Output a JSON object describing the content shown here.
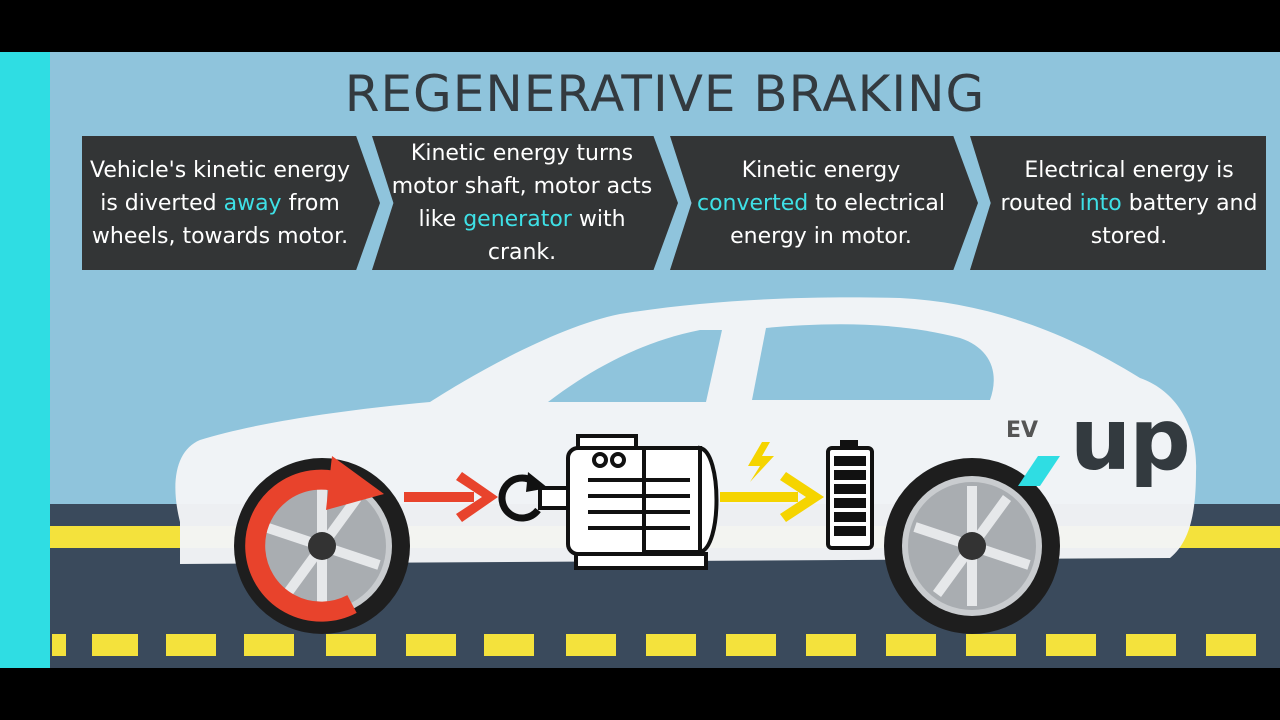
{
  "title": "REGENERATIVE BRAKING",
  "steps": [
    {
      "pre": "Vehicle's kinetic energy is diverted ",
      "highlight": "away",
      "post": " from wheels, towards motor."
    },
    {
      "pre": "Kinetic energy turns motor shaft, motor acts like ",
      "highlight": "generator",
      "post": " with crank."
    },
    {
      "pre": "Kinetic energy ",
      "highlight": "converted",
      "post": " to electrical energy in motor."
    },
    {
      "pre": "Electrical energy is routed ",
      "highlight": "into",
      "post": " battery and stored."
    }
  ],
  "logo": {
    "ev": "EV",
    "up": "up"
  },
  "colors": {
    "accent": "#3ee0e6",
    "box": "#333536",
    "sky": "#8fc4dc",
    "road": "#3a4a5c",
    "lane": "#f4e23c",
    "red_arrow": "#e8432c",
    "yellow_arrow": "#f5d400"
  },
  "icons": [
    "rotation-arrow-icon",
    "motor-icon",
    "lightning-icon",
    "battery-icon",
    "wheel-icon"
  ]
}
